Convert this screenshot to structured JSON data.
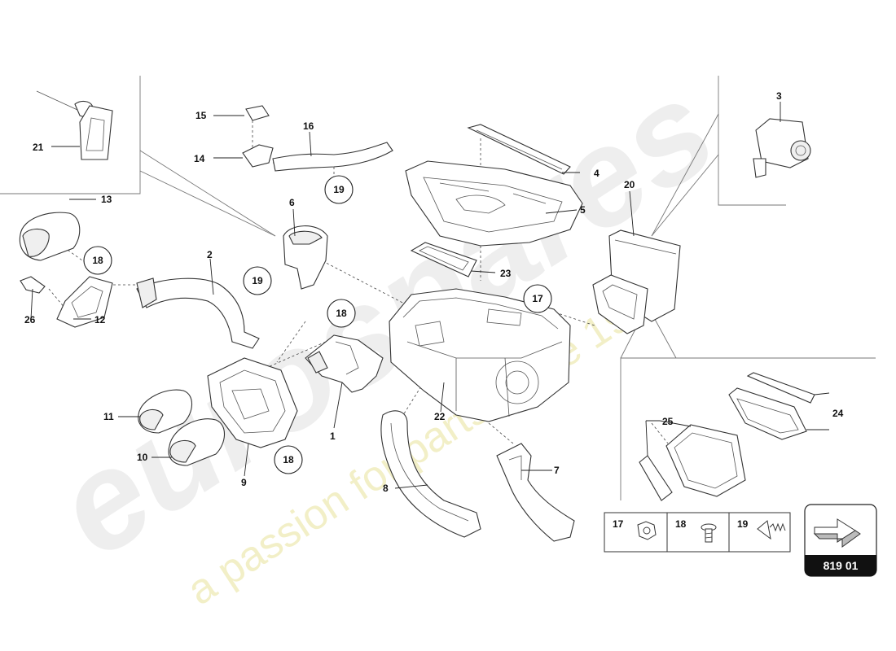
{
  "diagram": {
    "part_labels": [
      "1",
      "2",
      "3",
      "4",
      "5",
      "6",
      "7",
      "8",
      "9",
      "10",
      "11",
      "12",
      "13",
      "14",
      "15",
      "16",
      "20",
      "21",
      "22",
      "23",
      "24",
      "25",
      "26"
    ],
    "circled_labels": [
      "18",
      "19",
      "18",
      "17",
      "19",
      "18"
    ],
    "legend": {
      "items": [
        {
          "number": "17",
          "icon": "hex-nut-icon"
        },
        {
          "number": "18",
          "icon": "screw-icon"
        },
        {
          "number": "19",
          "icon": "clip-spring-icon"
        }
      ]
    },
    "badge": {
      "code": "819 01",
      "icon": "arrow-next-icon"
    },
    "watermark": {
      "brand": "eurospares",
      "tagline": "a passion for parts since 1985"
    }
  }
}
